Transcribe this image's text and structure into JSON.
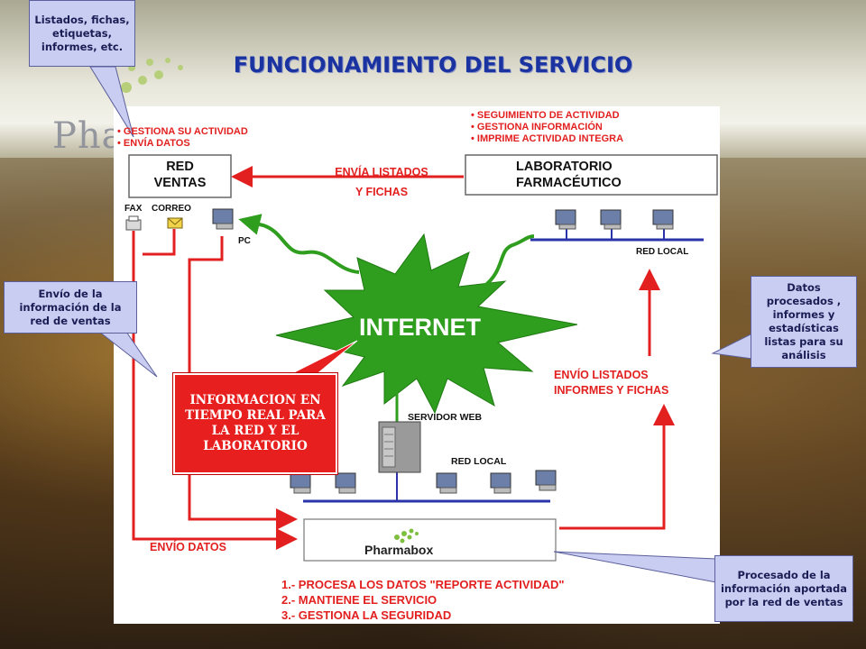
{
  "title": "FUNCIONAMIENTO DEL SERVICIO",
  "background_logo": "Pha",
  "callouts": {
    "listados": "Listados, fichas, etiquetas, informes, etc.",
    "envio": "Envío de la información de la red de ventas",
    "datos": "Datos procesados , informes y estadísticas listas para su análisis",
    "procesado": "Procesado de la información aportada por la red de ventas"
  },
  "red_ventas": {
    "label_line1": "RED",
    "label_line2": "VENTAS",
    "bullets": [
      "• GESTIONA SU ACTIVIDAD",
      "• ENVÍA DATOS"
    ],
    "fax_label": "FAX",
    "correo_label": "CORREO",
    "pc_label": "PC"
  },
  "laboratorio": {
    "label_line1": "LABORATORIO",
    "label_line2": "FARMACÉUTICO",
    "bullets": [
      "• SEGUIMIENTO DE ACTIVIDAD",
      "• GESTIONA INFORMACIÓN",
      "• IMPRIME ACTIVIDAD INTEGRA"
    ],
    "red_local": "RED LOCAL"
  },
  "arrows": {
    "envia_listados_line1": "ENVÍA LISTADOS",
    "envia_listados_line2": "Y FICHAS",
    "envio_listados_line1": "ENVÍO LISTADOS",
    "envio_listados_line2": "INFORMES Y FICHAS",
    "envio_datos": "ENVÍO DATOS"
  },
  "internet": "INTERNET",
  "servidor": {
    "label": "SERVIDOR WEB",
    "red_local": "RED LOCAL"
  },
  "info_box": "INFORMACION EN TIEMPO REAL PARA LA RED Y EL LABORATORIO",
  "pharmabox": "Pharmabox",
  "steps": [
    "1.- PROCESA LOS DATOS \"REPORTE ACTIVIDAD\"",
    "2.- MANTIENE EL SERVICIO",
    "3.- GESTIONA LA SEGURIDAD"
  ],
  "colors": {
    "title": "#1a33a0",
    "arrow_red": "#e22020",
    "internet_green": "#2f9e1f",
    "lan_blue": "#2a34a8",
    "callout_fill": "#c9cdf1"
  }
}
